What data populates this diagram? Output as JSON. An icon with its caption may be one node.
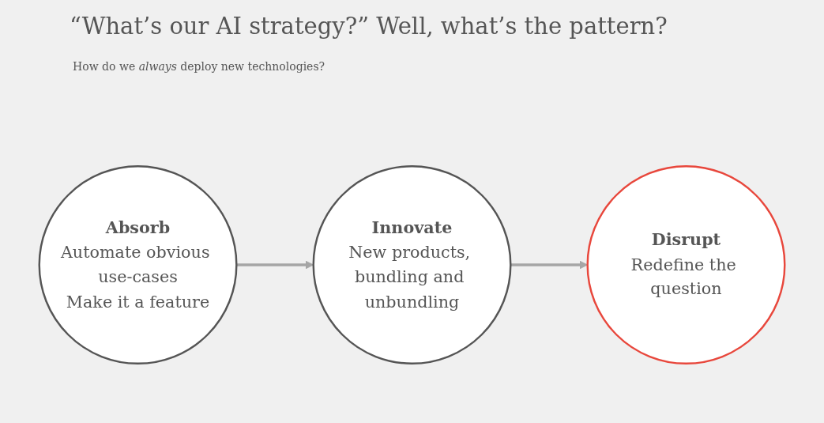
{
  "diagram": {
    "title": "“What’s our AI strategy?” Well, what’s the pattern?",
    "nodes": [
      {
        "text": [
          "Absorb",
          "Automate obvious use-cases",
          "Make it a feature"
        ]
      },
      {
        "text": [
          "Innovate",
          "New products, bundling and unbundling"
        ]
      },
      {
        "text": [
          "Disrupt",
          "Redefine the question"
        ]
      }
    ],
    "edges": [
      {
        "from": 0,
        "to": 1,
        "arrow": "to"
      },
      {
        "from": 1,
        "to": 2,
        "arrow": "to"
      }
    ],
    "labels": [
      "How do we *always* deploy new technologies?"
    ]
  }
}
